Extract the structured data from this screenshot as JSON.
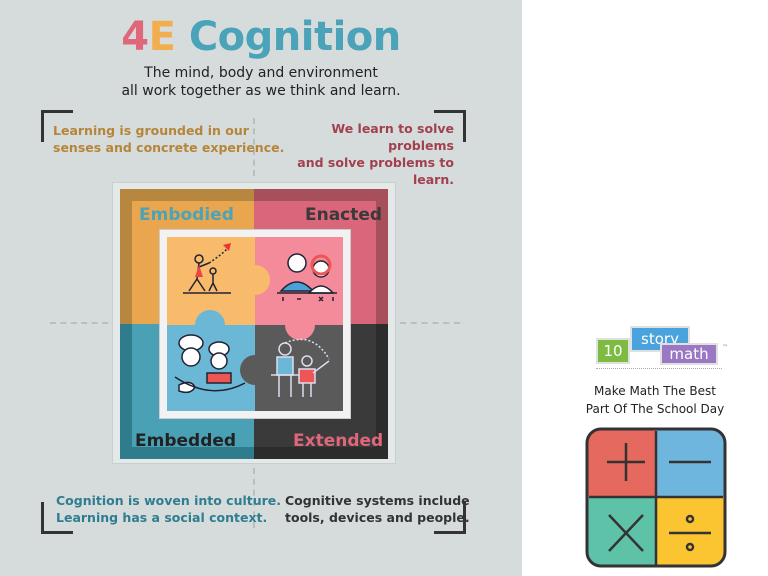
{
  "title": {
    "part1": "4",
    "part2": "E",
    "part3": " Cognition"
  },
  "subtitle": {
    "line1": "The mind, body and environment",
    "line2": "all work together as we think and learn."
  },
  "quotes": {
    "embodied": {
      "line1": "Learning is grounded in our",
      "line2": "senses and concrete experience.",
      "color": "#b5853a"
    },
    "enacted": {
      "line1": "We learn to solve problems",
      "line2": "and solve problems to learn.",
      "color": "#a2404f"
    },
    "embedded": {
      "line1": "Cognition is woven into culture.",
      "line2": "Learning has a social context.",
      "color": "#2f7d90"
    },
    "extended": {
      "line1": "Cognitive systems include",
      "line2": "tools, devices and people.",
      "color": "#333333"
    }
  },
  "quadrants": {
    "embodied": "Embodied",
    "enacted": "Enacted",
    "embedded": "Embedded",
    "extended": "Extended"
  },
  "ad": {
    "logo": {
      "n": "10",
      "story": "story",
      "math": "math",
      "tm": "™"
    },
    "tagline1": "Make Math The Best",
    "tagline2": "Part Of The School Day"
  }
}
